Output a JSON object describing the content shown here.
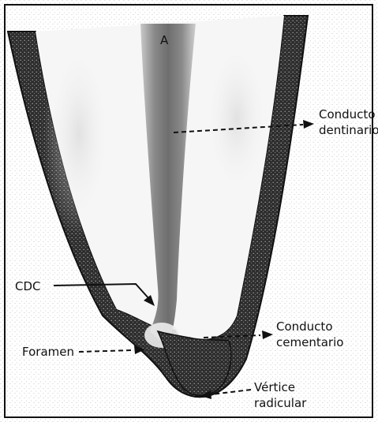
{
  "labels": {
    "a": "A",
    "conducto_dentinario_1": "Conducto",
    "conducto_dentinario_2": "dentinario",
    "cdc": "CDC",
    "conducto_cementario_1": "Conducto",
    "conducto_cementario_2": "cementario",
    "foramen": "Foramen",
    "vertice_1": "Vértice",
    "vertice_2": "radicular"
  },
  "colors": {
    "background": "#ffffff",
    "dentin": "#f4f4f4",
    "cementum": "#2a2a2a",
    "canal": "#8e8e8e",
    "line": "#111111"
  }
}
